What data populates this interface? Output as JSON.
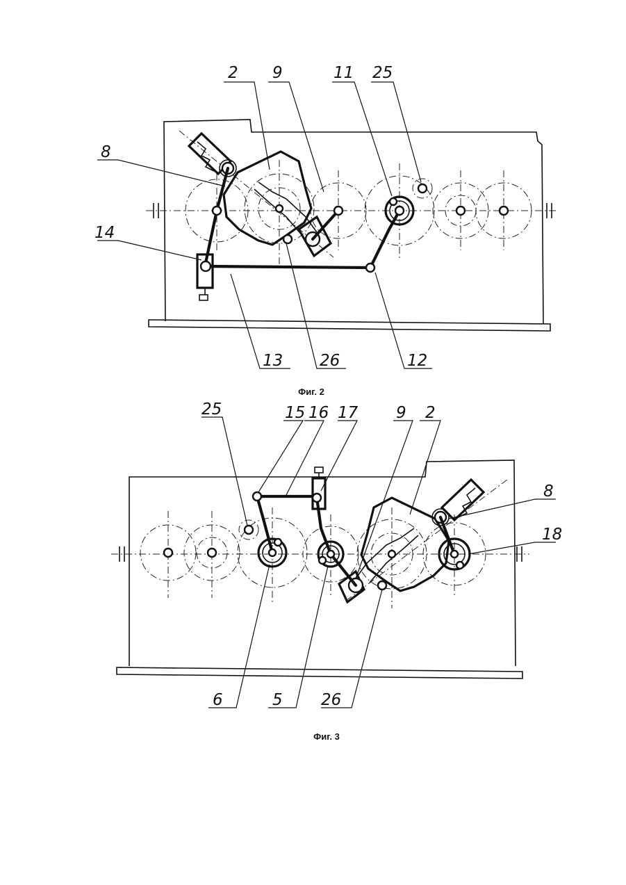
{
  "figures": [
    {
      "caption": "Фиг. 2",
      "labels": [
        "2",
        "9",
        "11",
        "25",
        "8",
        "14",
        "13",
        "26",
        "12"
      ]
    },
    {
      "caption": "Фиг. 3",
      "labels": [
        "25",
        "15",
        "16",
        "17",
        "9",
        "2",
        "8",
        "18",
        "6",
        "5",
        "26"
      ]
    }
  ]
}
